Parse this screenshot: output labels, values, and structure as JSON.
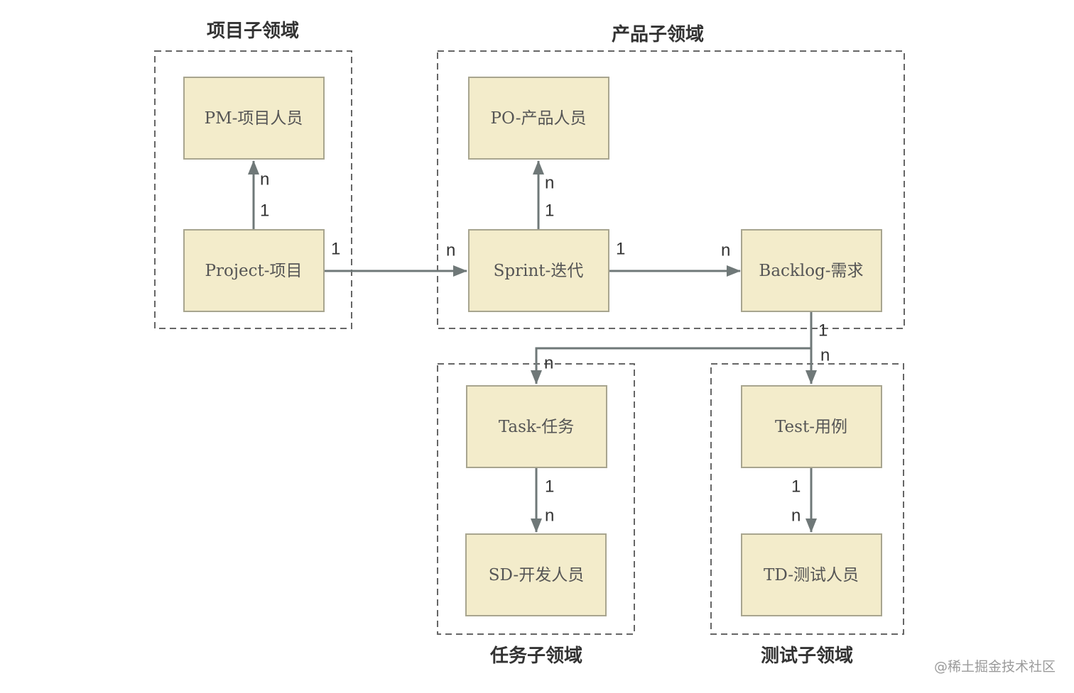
{
  "domains": {
    "project": {
      "title": "项目子领域"
    },
    "product": {
      "title": "产品子领域"
    },
    "task": {
      "title": "任务子领域"
    },
    "test": {
      "title": "测试子领域"
    }
  },
  "entities": {
    "pm": "PM-项目人员",
    "project": "Project-项目",
    "po": "PO-产品人员",
    "sprint": "Sprint-迭代",
    "backlog": "Backlog-需求",
    "task": "Task-任务",
    "sd": "SD-开发人员",
    "test": "Test-用例",
    "td": "TD-测试人员"
  },
  "relations": {
    "project_pm": {
      "from": "1",
      "to": "n"
    },
    "sprint_po": {
      "from": "1",
      "to": "n"
    },
    "project_sprint": {
      "from": "1",
      "to": "n"
    },
    "sprint_backlog": {
      "from": "1",
      "to": "n"
    },
    "backlog_split": {
      "from": "1"
    },
    "backlog_task": {
      "to": "n"
    },
    "backlog_test": {
      "to": "n"
    },
    "task_sd": {
      "from": "1",
      "to": "n"
    },
    "test_td": {
      "from": "1",
      "to": "n"
    }
  },
  "colors": {
    "entity_fill": "#f3eccb",
    "entity_border": "#a8a58f",
    "line": "#6f7878",
    "domain_border": "#666666"
  },
  "watermark": "@稀土掘金技术社区"
}
